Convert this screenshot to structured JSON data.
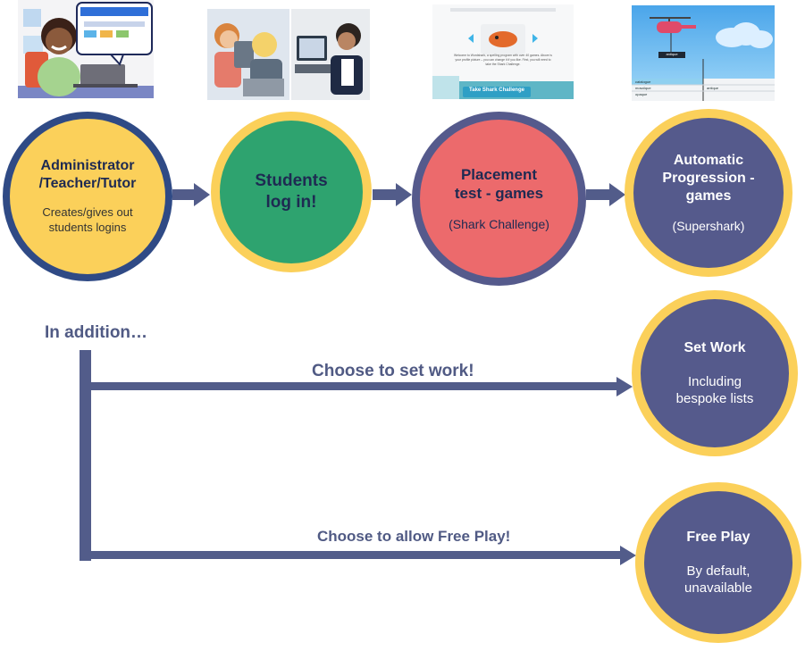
{
  "colors": {
    "navy": "#2f4a85",
    "yellow": "#fbd05a",
    "green": "#2ea36f",
    "coral": "#ec6a6c",
    "purple": "#555a8c",
    "arrow": "#525c8a",
    "gold_ring": "#f6c944"
  },
  "thumbnails": {
    "shark_screen": {
      "welcome_text": "Welcome to Wordshark, a spelling program with over 40 games. Above is your profile picture – you can change it if you like. First, you will need to take the Shark Challenge.",
      "button": "Take Shark Challenge"
    },
    "progression_screen": {
      "word_top": "antique",
      "row1": "catalogue",
      "row2": "mosaïque",
      "row3": "antique",
      "row4": "opaque"
    }
  },
  "circles": [
    {
      "title": "Administrator /Teacher/Tutor",
      "subtitle": "Creates/gives out students logins"
    },
    {
      "title": "Students log in!",
      "subtitle": ""
    },
    {
      "title": "Placement test - games",
      "subtitle": "(Shark Challenge)"
    },
    {
      "title": "Automatic Progression - games",
      "subtitle": "(Supershark)"
    },
    {
      "title": "Set Work",
      "subtitle": "Including bespoke lists"
    },
    {
      "title": "Free Play",
      "subtitle": "By default, unavailable"
    }
  ],
  "in_addition": "In addition…",
  "flows": {
    "set_work": "Choose to set work!",
    "free_play": "Choose to allow Free Play!"
  }
}
